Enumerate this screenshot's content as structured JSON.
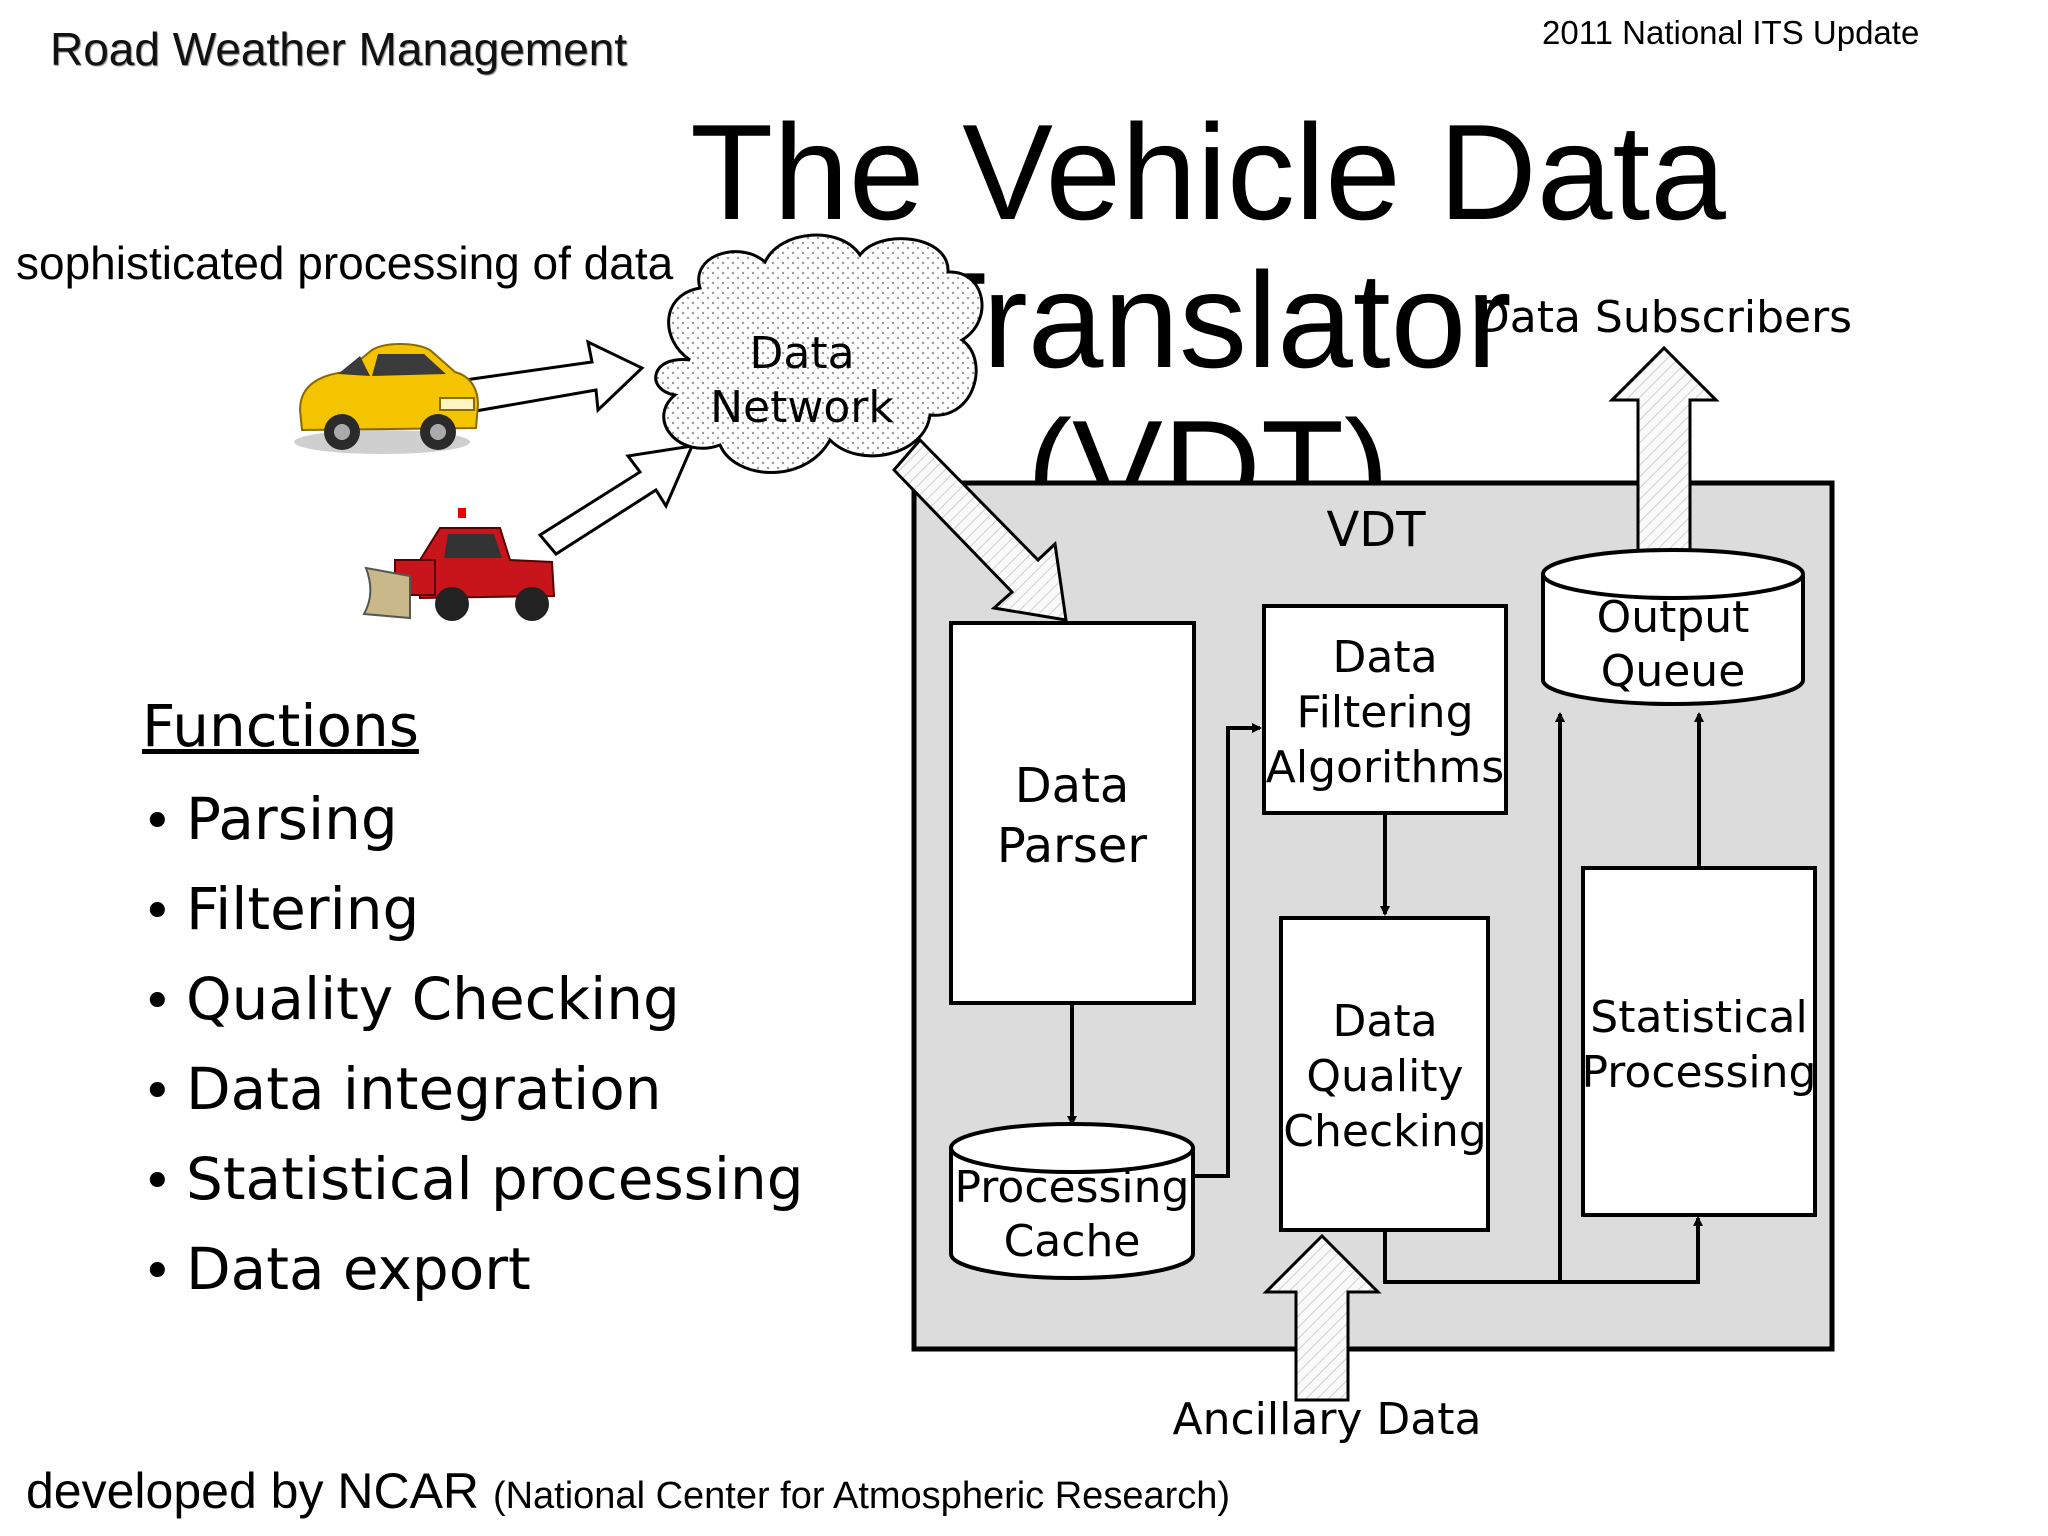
{
  "header": {
    "left": "Road Weather Management",
    "right": "2011 National ITS Update"
  },
  "title": {
    "line1": "The Vehicle Data Translator",
    "line2": "(VDT)"
  },
  "subtitle": "sophisticated processing of data",
  "functions": {
    "heading": "Functions",
    "items": [
      "Parsing",
      "Filtering",
      "Quality Checking",
      "Data integration",
      "Statistical processing",
      "Data export"
    ]
  },
  "footer": {
    "main": "developed by NCAR",
    "paren": "(National Center for Atmospheric Research)"
  },
  "diagram": {
    "cloud": [
      "Data",
      "Network"
    ],
    "subscribers": "Data Subscribers",
    "vdt": "VDT",
    "parser": [
      "Data",
      "Parser"
    ],
    "cache": [
      "Processing",
      "Cache"
    ],
    "filtering": [
      "Data",
      "Filtering",
      "Algorithms"
    ],
    "quality": [
      "Data",
      "Quality",
      "Checking"
    ],
    "output": [
      "Output",
      "Queue"
    ],
    "statistical": [
      "Statistical",
      "Processing"
    ],
    "ancillary": "Ancillary Data"
  },
  "icons": [
    "car-icon",
    "snowplow-truck-icon"
  ],
  "colors": {
    "vdt_box": "#dcdcdc",
    "car": "#f5c400",
    "truck": "#c8151b"
  }
}
